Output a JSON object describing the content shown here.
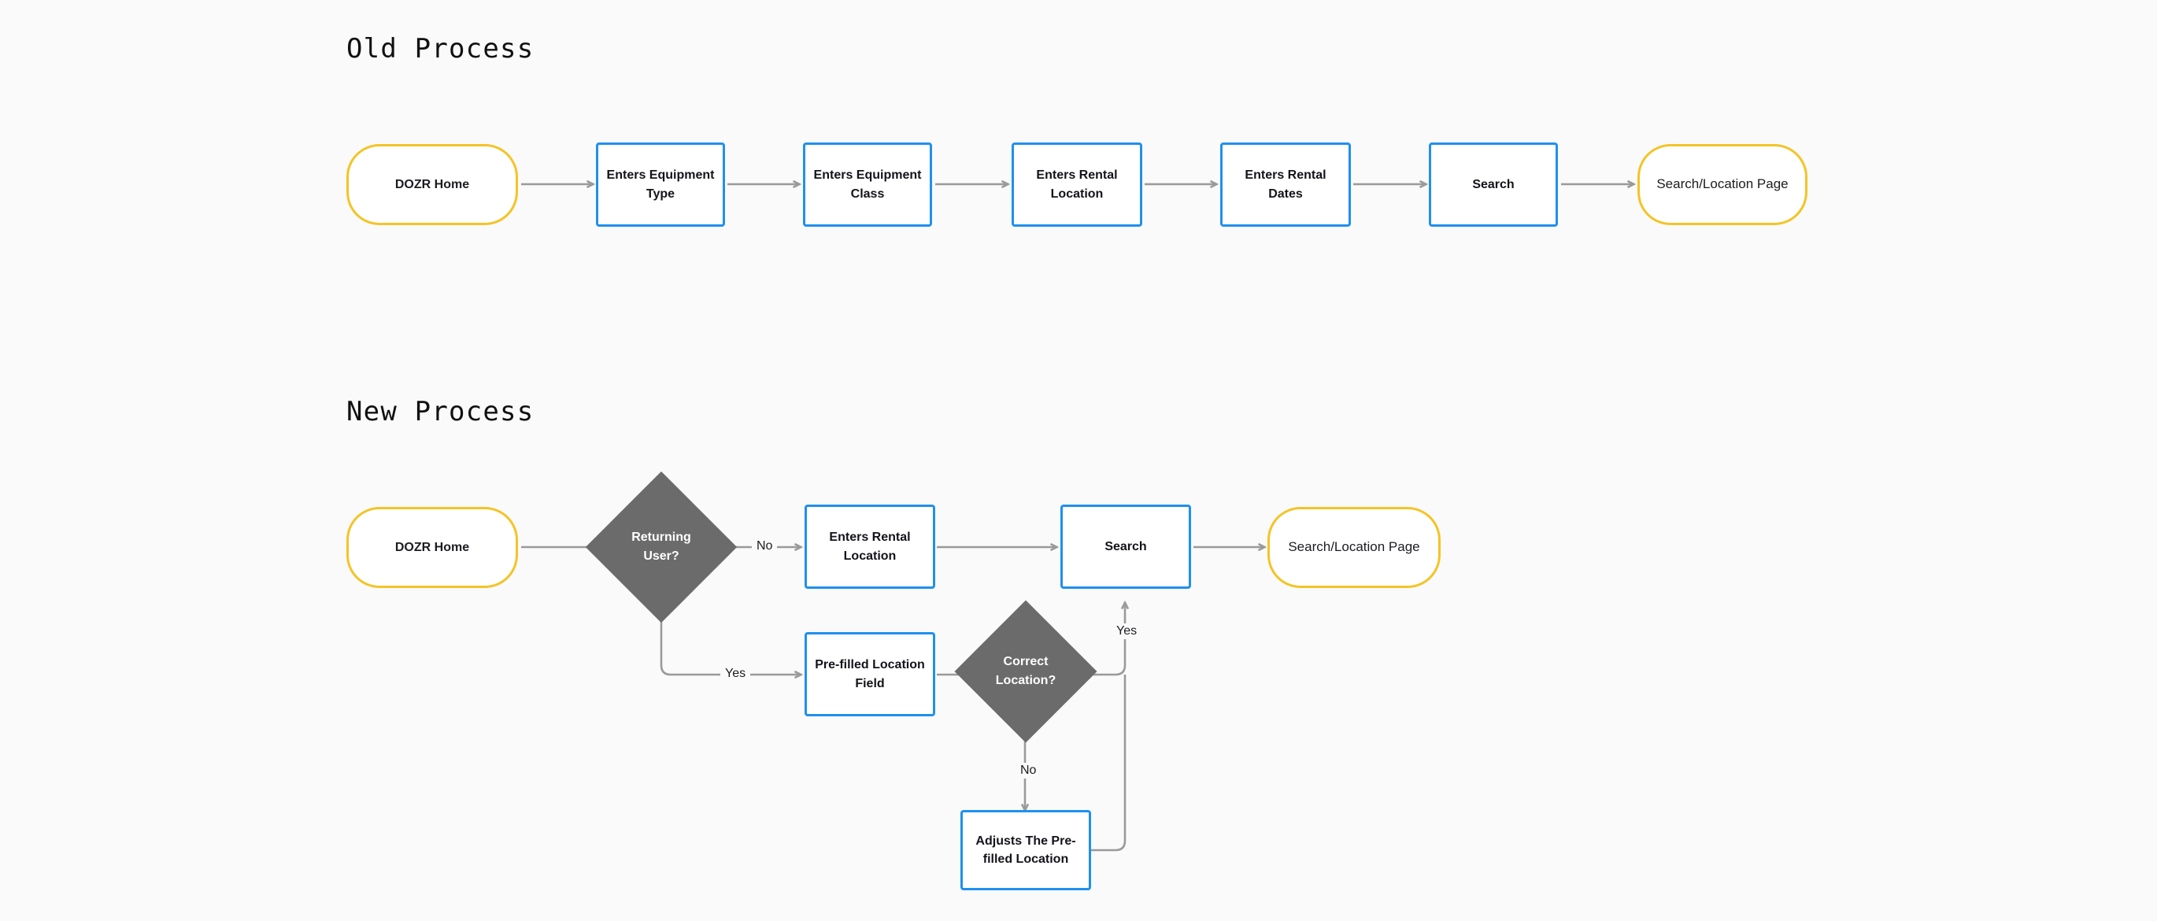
{
  "page": {
    "background_color": "#fafafa",
    "accent_blue": "#1f90ef",
    "accent_yellow": "#f4c426",
    "decision_gray": "#6b6b6b",
    "connector_gray": "#9a9a9a"
  },
  "sections": [
    {
      "id": "old",
      "title": "Old Process"
    },
    {
      "id": "new",
      "title": "New Process"
    }
  ],
  "old_process": {
    "nodes": [
      {
        "id": "old-dozr-home",
        "label": "DOZR Home",
        "shape": "rounded",
        "color": "yellow"
      },
      {
        "id": "old-enters-equipment-type",
        "label": "Enters Equipment Type",
        "shape": "rect",
        "color": "blue"
      },
      {
        "id": "old-enters-equipment-class",
        "label": "Enters Equipment Class",
        "shape": "rect",
        "color": "blue"
      },
      {
        "id": "old-enters-rental-location",
        "label": "Enters Rental Location",
        "shape": "rect",
        "color": "blue"
      },
      {
        "id": "old-enters-rental-dates",
        "label": "Enters Rental Dates",
        "shape": "rect",
        "color": "blue"
      },
      {
        "id": "old-search",
        "label": "Search",
        "shape": "rect",
        "color": "blue"
      },
      {
        "id": "old-search-location-page",
        "label": "Search/Location Page",
        "shape": "rounded",
        "color": "yellow"
      }
    ]
  },
  "new_process": {
    "nodes": [
      {
        "id": "new-dozr-home",
        "label": "DOZR Home",
        "shape": "rounded",
        "color": "yellow"
      },
      {
        "id": "new-returning-user",
        "label": "Returning\nUser?",
        "shape": "diamond",
        "color": "gray"
      },
      {
        "id": "new-enters-rental-location",
        "label": "Enters Rental Location",
        "shape": "rect",
        "color": "blue"
      },
      {
        "id": "new-search",
        "label": "Search",
        "shape": "rect",
        "color": "blue"
      },
      {
        "id": "new-search-location-page",
        "label": "Search/Location Page",
        "shape": "rounded",
        "color": "yellow"
      },
      {
        "id": "new-prefilled-location-field",
        "label": "Pre-filled Location Field",
        "shape": "rect",
        "color": "blue"
      },
      {
        "id": "new-correct-location",
        "label": "Correct\nLocation?",
        "shape": "diamond",
        "color": "gray"
      },
      {
        "id": "new-adjusts-prefilled-location",
        "label": "Adjusts The Pre-filled Location",
        "shape": "rect",
        "color": "blue"
      }
    ],
    "edge_labels": {
      "returning_user_no": "No",
      "returning_user_yes": "Yes",
      "correct_location_yes": "Yes",
      "correct_location_no": "No"
    }
  }
}
